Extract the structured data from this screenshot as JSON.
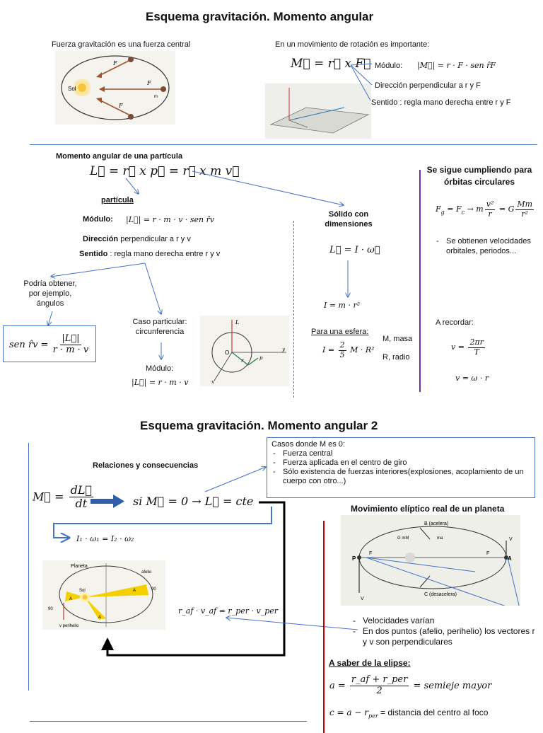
{
  "page1": {
    "title": "Esquema gravitación. Momento angular",
    "central_force_label": "Fuerza gravitación es una fuerza central",
    "fig1": {
      "sun": "Sol",
      "f1": "F",
      "f2": "F",
      "f3": "F",
      "r": "m"
    },
    "rotation_intro": "En un movimiento de rotación es importante:",
    "M_formula": "M⃗ = r⃗ x F⃗",
    "modulo_label": "Módulo:",
    "modulo_formula": "|M⃗| = r · F · sen r̂F",
    "direccion_rF": "Dirección perpendicular a r y F",
    "sentido_rF": "Sentido : regla mano derecha entre r y F",
    "particle": {
      "heading": "Momento angular de una partícula",
      "formula": "L⃗ = r⃗ x p⃗ = r⃗ x m v⃗",
      "label": "partícula",
      "modulo_label": "Módulo:",
      "modulo_formula": "|L⃗| = r · m · v · sen r̂v",
      "direccion_bold": "Dirección",
      "direccion_rest": " perpendicular a r y v",
      "sentido_bold": "Sentido",
      "sentido_rest": " : regla mano derecha entre r y v",
      "podria": "Podría obtener, por ejemplo, ángulos",
      "sen_lhs": "sen r̂v =",
      "sen_num": "|L⃗|",
      "sen_den": "r · m · v",
      "caso": "Caso particular: circunferencia",
      "modulo2_label": "Módulo:",
      "modulo2_formula": "|L⃗| = r · m · v"
    },
    "solid": {
      "heading": "Sólido con dimensiones",
      "formula": "L⃗ = I · ω⃗",
      "I_formula": "I = m · r²",
      "sphere_label": "Para una esfera:",
      "sphere_lhs": "I =",
      "sphere_num": "2",
      "sphere_den": "5",
      "sphere_rest": "M · R²",
      "M_note": "M, masa",
      "R_note": "R, radio"
    },
    "orbits": {
      "heading": "Se sigue cumpliendo para órbitas circulares",
      "fg_lhs": "F",
      "fg_mid": " = F",
      "fg_arrow": " → m",
      "v2": "v²",
      "r1": "r",
      "eq_G": " = G",
      "Mm": "Mm",
      "r2": "r²",
      "bullet": "Se obtienen velocidades orbitales, periodos...",
      "recordar": "A recordar:",
      "v_lhs": "v =",
      "v_num": "2πr",
      "v_den": "T",
      "v_omega": "v = ω · r"
    },
    "fig2": {
      "L": "L",
      "O": "O",
      "p": "p",
      "x": "x",
      "y": "y",
      "r": "r"
    }
  },
  "page2": {
    "title": "Esquema gravitación. Momento angular  2",
    "relaciones": "Relaciones y consecuencias",
    "dL_lhs": "M⃗ =",
    "dL_num": "dL⃗",
    "dL_den": "dt",
    "si_formula": "si M⃗ = 0 → L⃗ = cte",
    "I_omega": "I₁ · ω₁ = I₂ · ω₂",
    "casos_title": "Casos donde M es 0:",
    "casos": [
      "Fuerza central",
      "Fuerza aplicada en el centro de giro",
      "Sólo existencia de fuerzas interiores(explosiones, acoplamiento de un cuerpo con otro...)"
    ],
    "eliptico_title": "Movimiento elíptico real de un planeta",
    "ellipse_fig": {
      "B": "B (acelera)",
      "C": "C (desacelera)",
      "P": "P",
      "A": "A",
      "vmin": "V",
      "vmax": "V",
      "F1": "F",
      "F2": "F",
      "GmM": "G mM",
      "maN": "ma"
    },
    "kepler_fig": {
      "planeta": "Planeta",
      "sol": "Sol",
      "afelio": "afelio",
      "perihelio": "v perihelio",
      "ang1": "90",
      "ang2": "90",
      "A1": "A",
      "A2": "A",
      "A3": "A"
    },
    "raf_formula": "r_af · v_af = r_per · v_per",
    "bullets": [
      "Velocidades varían",
      "En dos puntos (afelio, perihelio) los vectores r y v son perpendiculares"
    ],
    "saber_title": "A saber de la elipse:",
    "a_lhs": "a =",
    "a_num": "r_af + r_per",
    "a_den": "2",
    "a_rest": "= semieje mayor",
    "c_math": "c = a − r",
    "c_sub": "per",
    "c_rest": "= distancia del centro al foco"
  },
  "colors": {
    "blue": "#4472c4",
    "purple": "#7030a0",
    "red": "#c00000",
    "yellow": "#f5d000"
  }
}
